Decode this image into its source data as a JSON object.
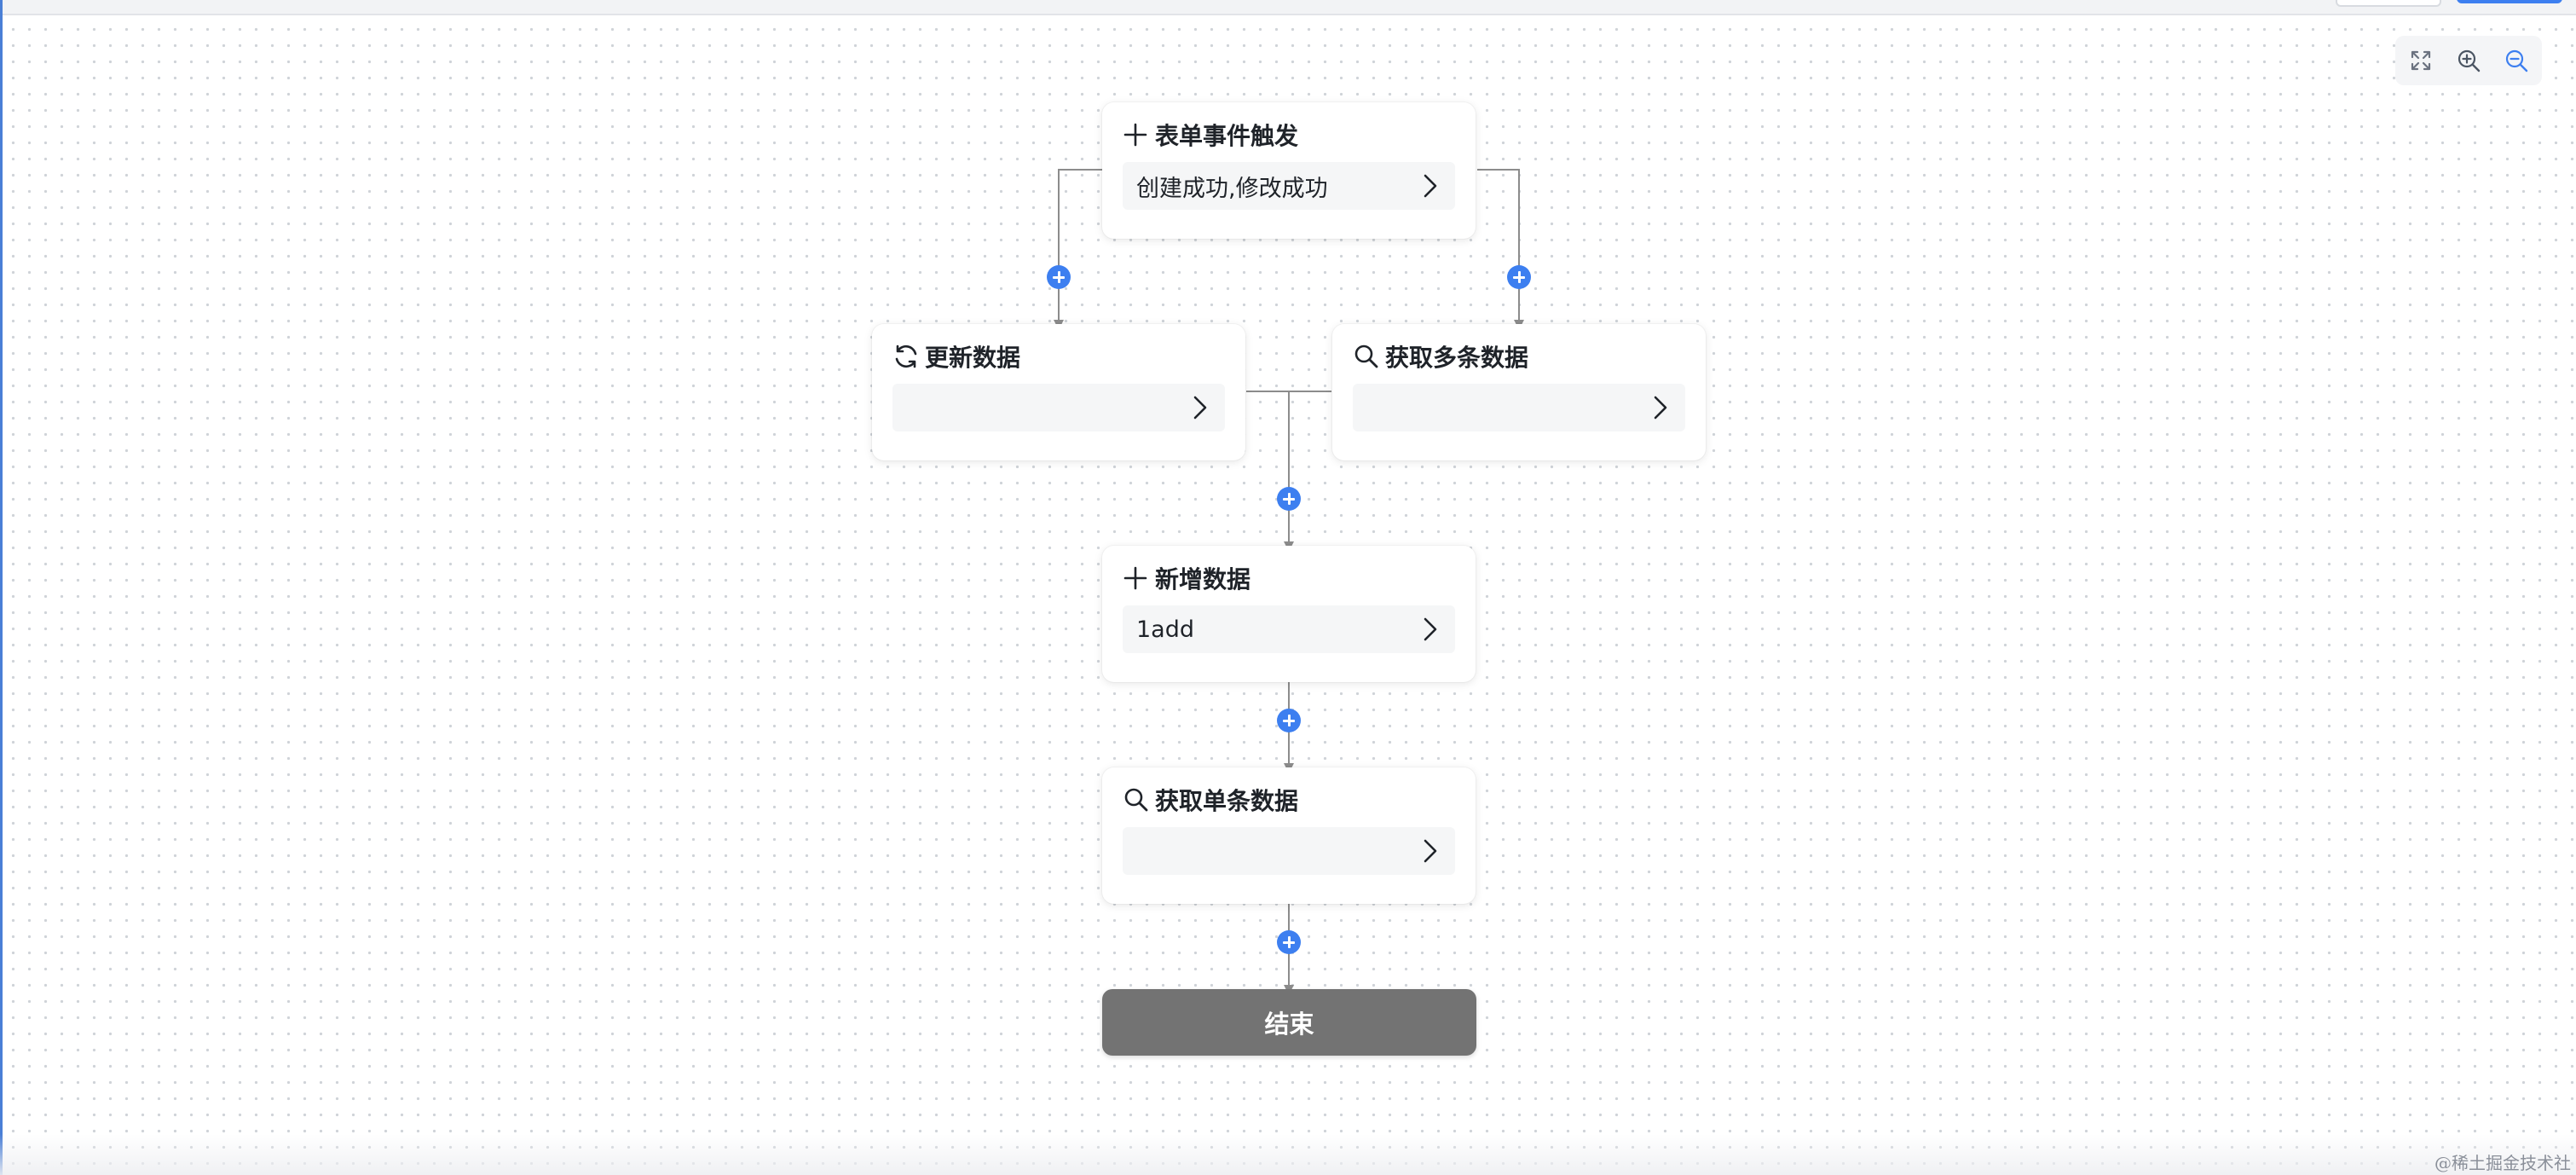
{
  "nodes": {
    "trigger": {
      "title": "表单事件触发",
      "icon": "plus-icon",
      "value": "创建成功,修改成功"
    },
    "update": {
      "title": "更新数据",
      "icon": "refresh-icon",
      "value": ""
    },
    "fetch_multi": {
      "title": "获取多条数据",
      "icon": "search-icon",
      "value": ""
    },
    "add": {
      "title": "新增数据",
      "icon": "plus-icon",
      "value": "1add"
    },
    "fetch_single": {
      "title": "获取单条数据",
      "icon": "search-icon",
      "value": ""
    }
  },
  "end_node": {
    "label": "结束"
  },
  "zoom_toolbar": {
    "icons": [
      "fit-view-icon",
      "zoom-in-icon",
      "zoom-out-icon"
    ]
  },
  "watermark": "@稀土掘金技术社区",
  "colors": {
    "accent": "#3d7ff0",
    "wire": "#8c8c8c",
    "end_node": "#737373",
    "field_bg": "#f5f6f7"
  }
}
